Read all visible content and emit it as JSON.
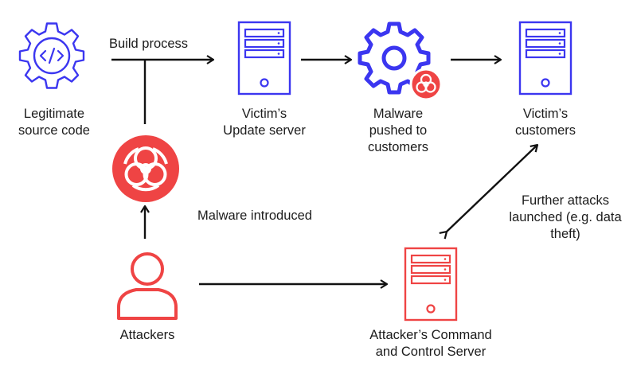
{
  "colors": {
    "blue": "#3b36f0",
    "red": "#ef4444",
    "arrow": "#111111",
    "text": "#1c1c1c"
  },
  "nodes": {
    "source_code": {
      "icon": "gear-code-icon",
      "lines": [
        "Legitimate",
        "source code"
      ]
    },
    "update_server": {
      "icon": "server-icon",
      "lines": [
        "Victim’s",
        "Update server"
      ]
    },
    "malware_pushed": {
      "icon": "gear-biohazard-icon",
      "lines": [
        "Malware",
        "pushed to",
        "customers"
      ]
    },
    "customers": {
      "icon": "server-icon",
      "lines": [
        "Victim’s",
        "customers"
      ]
    },
    "biohazard": {
      "icon": "biohazard-icon"
    },
    "attackers": {
      "icon": "user-icon",
      "lines": [
        "Attackers"
      ]
    },
    "c2_server": {
      "icon": "server-icon",
      "lines": [
        "Attacker’s Command",
        "and Control Server"
      ]
    }
  },
  "edges": {
    "build_process": "Build process",
    "malware_introduced": "Malware introduced",
    "further_attacks": [
      "Further attacks",
      "launched (e.g. data",
      "theft)"
    ]
  }
}
